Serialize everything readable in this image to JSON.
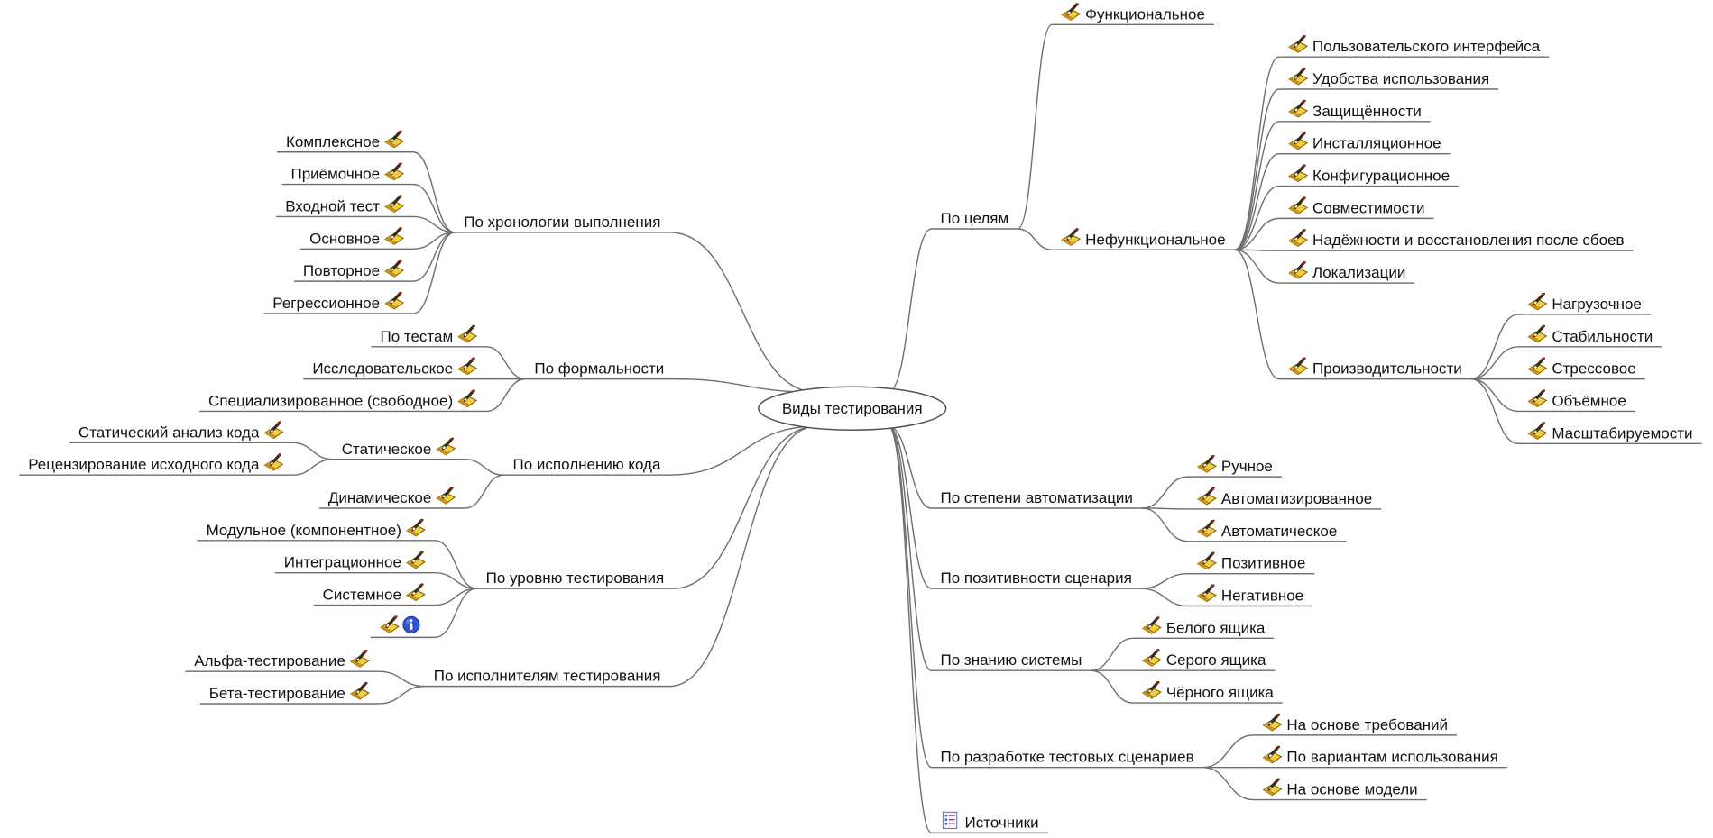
{
  "map": {
    "root": "Виды тестирования",
    "branches": [
      {
        "id": "goals",
        "label": "По целям",
        "children": [
          {
            "label": "Функциональное",
            "icon": "pencil-icon"
          },
          {
            "label": "Нефункциональное",
            "icon": "pencil-icon",
            "children": [
              {
                "label": "Пользовательского интерфейса",
                "icon": "pencil-icon"
              },
              {
                "label": "Удобства использования",
                "icon": "pencil-icon"
              },
              {
                "label": "Защищённости",
                "icon": "pencil-icon"
              },
              {
                "label": "Инсталляционное",
                "icon": "pencil-icon"
              },
              {
                "label": "Конфигурационное",
                "icon": "pencil-icon"
              },
              {
                "label": "Совместимости",
                "icon": "pencil-icon"
              },
              {
                "label": "Надёжности и восстановления после сбоев",
                "icon": "pencil-icon"
              },
              {
                "label": "Локализации",
                "icon": "pencil-icon"
              },
              {
                "label": "Производительности",
                "icon": "pencil-icon",
                "children": [
                  {
                    "label": "Нагрузочное",
                    "icon": "pencil-icon"
                  },
                  {
                    "label": "Стабильности",
                    "icon": "pencil-icon"
                  },
                  {
                    "label": "Стрессовое",
                    "icon": "pencil-icon"
                  },
                  {
                    "label": "Объёмное",
                    "icon": "pencil-icon"
                  },
                  {
                    "label": "Масштабируемости",
                    "icon": "pencil-icon"
                  }
                ]
              }
            ]
          }
        ]
      },
      {
        "id": "automation",
        "label": "По степени автоматизации",
        "children": [
          {
            "label": "Ручное",
            "icon": "pencil-icon"
          },
          {
            "label": "Автоматизированное",
            "icon": "pencil-icon"
          },
          {
            "label": "Автоматическое",
            "icon": "pencil-icon"
          }
        ]
      },
      {
        "id": "positivity",
        "label": "По позитивности сценария",
        "children": [
          {
            "label": "Позитивное",
            "icon": "pencil-icon"
          },
          {
            "label": "Негативное",
            "icon": "pencil-icon"
          }
        ]
      },
      {
        "id": "knowledge",
        "label": "По знанию системы",
        "children": [
          {
            "label": "Белого ящика",
            "icon": "pencil-icon"
          },
          {
            "label": "Серого ящика",
            "icon": "pencil-icon"
          },
          {
            "label": "Чёрного ящика",
            "icon": "pencil-icon"
          }
        ]
      },
      {
        "id": "scenarios",
        "label": "По разработке тестовых сценариев",
        "children": [
          {
            "label": "На основе требований",
            "icon": "pencil-icon"
          },
          {
            "label": "По вариантам использования",
            "icon": "pencil-icon"
          },
          {
            "label": "На основе модели",
            "icon": "pencil-icon"
          }
        ]
      },
      {
        "id": "sources",
        "label": "Источники",
        "icon": "list-icon",
        "children": []
      },
      {
        "id": "chronology",
        "label": "По хронологии выполнения",
        "children": [
          {
            "label": "Комплексное",
            "icon": "pencil-icon"
          },
          {
            "label": "Приёмочное",
            "icon": "pencil-icon"
          },
          {
            "label": "Входной тест",
            "icon": "pencil-icon"
          },
          {
            "label": "Основное",
            "icon": "pencil-icon"
          },
          {
            "label": "Повторное",
            "icon": "pencil-icon"
          },
          {
            "label": "Регрессионное",
            "icon": "pencil-icon"
          }
        ]
      },
      {
        "id": "formality",
        "label": "По формальности",
        "children": [
          {
            "label": "По тестам",
            "icon": "pencil-icon"
          },
          {
            "label": "Исследовательское",
            "icon": "pencil-icon"
          },
          {
            "label": "Специализированное (свободное)",
            "icon": "pencil-icon"
          }
        ]
      },
      {
        "id": "execution",
        "label": "По исполнению кода",
        "children": [
          {
            "label": "Статическое",
            "icon": "pencil-icon",
            "children": [
              {
                "label": "Статический анализ кода",
                "icon": "pencil-icon"
              },
              {
                "label": "Рецензирование исходного кода",
                "icon": "pencil-icon"
              }
            ]
          },
          {
            "label": "Динамическое",
            "icon": "pencil-icon"
          }
        ]
      },
      {
        "id": "level",
        "label": "По уровню тестирования",
        "children": [
          {
            "label": "Модульное (компонентное)",
            "icon": "pencil-icon"
          },
          {
            "label": "Интеграционное",
            "icon": "pencil-icon"
          },
          {
            "label": "Системное",
            "icon": "pencil-icon"
          },
          {
            "label": "",
            "icon": "pencil-icon",
            "icon2": "info-icon"
          }
        ]
      },
      {
        "id": "performers",
        "label": "По исполнителям тестирования",
        "children": [
          {
            "label": "Альфа-тестирование",
            "icon": "pencil-icon"
          },
          {
            "label": "Бета-тестирование",
            "icon": "pencil-icon"
          }
        ]
      }
    ]
  }
}
